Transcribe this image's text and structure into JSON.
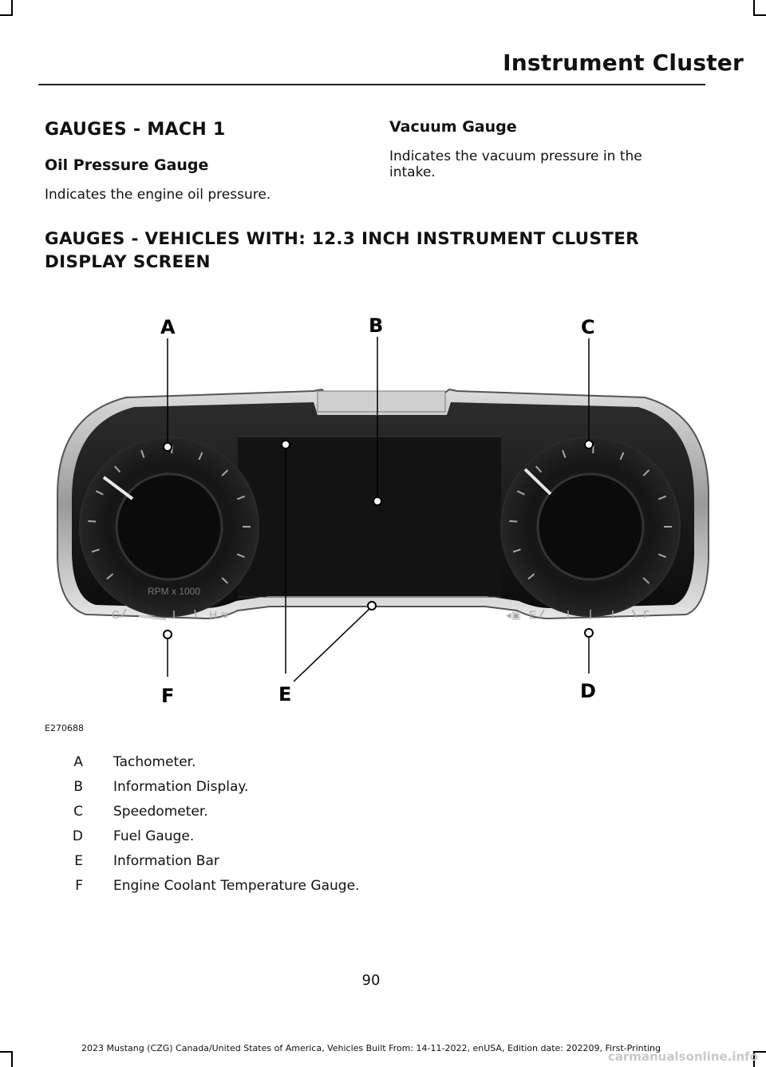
{
  "header": {
    "title": "Instrument Cluster"
  },
  "section1": {
    "heading": "GAUGES - MACH 1",
    "oil": {
      "heading": "Oil Pressure Gauge",
      "text": "Indicates the engine oil pressure."
    },
    "vacuum": {
      "heading": "Vacuum Gauge",
      "text_line1": "Indicates the vacuum pressure in the",
      "text_line2": "intake."
    }
  },
  "section2": {
    "heading_line1": "GAUGES - VEHICLES WITH: 12.3 INCH INSTRUMENT CLUSTER",
    "heading_line2": "DISPLAY SCREEN"
  },
  "figure": {
    "id": "E270688",
    "tach_label": "RPM x 1000",
    "temp_cold": "C",
    "temp_hot": "H",
    "fuel_empty": "E",
    "fuel_full": "F",
    "callout_letters": [
      "A",
      "B",
      "C",
      "D",
      "E",
      "F"
    ]
  },
  "callouts": [
    {
      "letter": "A",
      "description": "Tachometer."
    },
    {
      "letter": "B",
      "description": "Information Display."
    },
    {
      "letter": "C",
      "description": "Speedometer."
    },
    {
      "letter": "D",
      "description": "Fuel Gauge."
    },
    {
      "letter": "E",
      "description": "Information Bar"
    },
    {
      "letter": "F",
      "description": "Engine Coolant Temperature Gauge."
    }
  ],
  "page_number": "90",
  "footer": "2023 Mustang (CZG) Canada/United States of America, Vehicles Built From: 14-11-2022, enUSA, Edition date: 202209, First-Printing",
  "watermark": "carmanualsonline.info"
}
